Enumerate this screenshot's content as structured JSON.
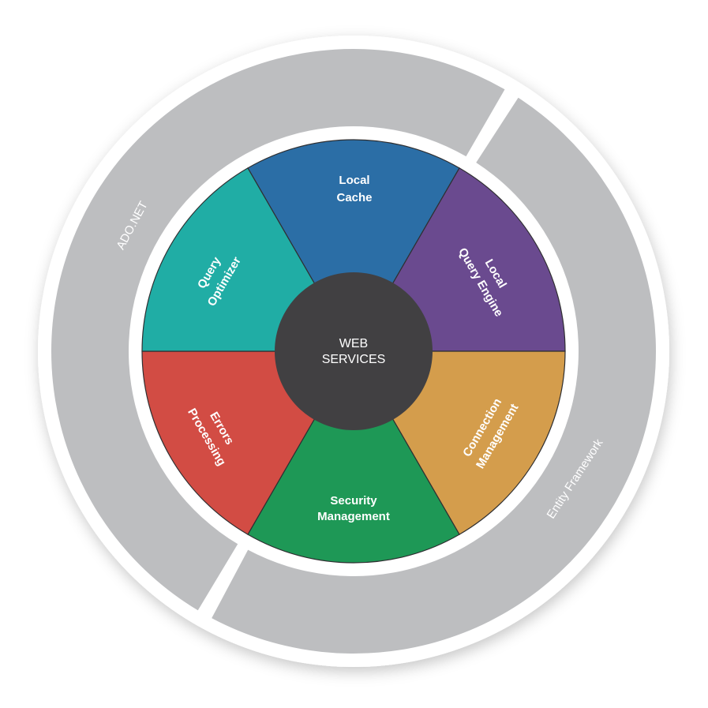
{
  "hub": {
    "line1": "WEB",
    "line2": "SERVICES"
  },
  "outer_ring": {
    "left": "ADO.NET",
    "right": "Entity Framework"
  },
  "segments": [
    {
      "key": "local-cache",
      "line1": "Local",
      "line2": "Cache",
      "color": "#2B6EA6"
    },
    {
      "key": "local-query-engine",
      "line1": "Local",
      "line2": "Query Engine",
      "color": "#6A4A8F"
    },
    {
      "key": "connection-management",
      "line1": "Connection",
      "line2": "Management",
      "color": "#D49D4C"
    },
    {
      "key": "security-management",
      "line1": "Security",
      "line2": "Management",
      "color": "#1E9856"
    },
    {
      "key": "errors-processing",
      "line1": "Errors",
      "line2": "Processing",
      "color": "#D24C44"
    },
    {
      "key": "query-optimizer",
      "line1": "Query",
      "line2": "Optimizer",
      "color": "#20ADA5"
    }
  ],
  "colors": {
    "ring": "#BDBEC0",
    "hub": "#414042",
    "white": "#FFFFFF"
  }
}
